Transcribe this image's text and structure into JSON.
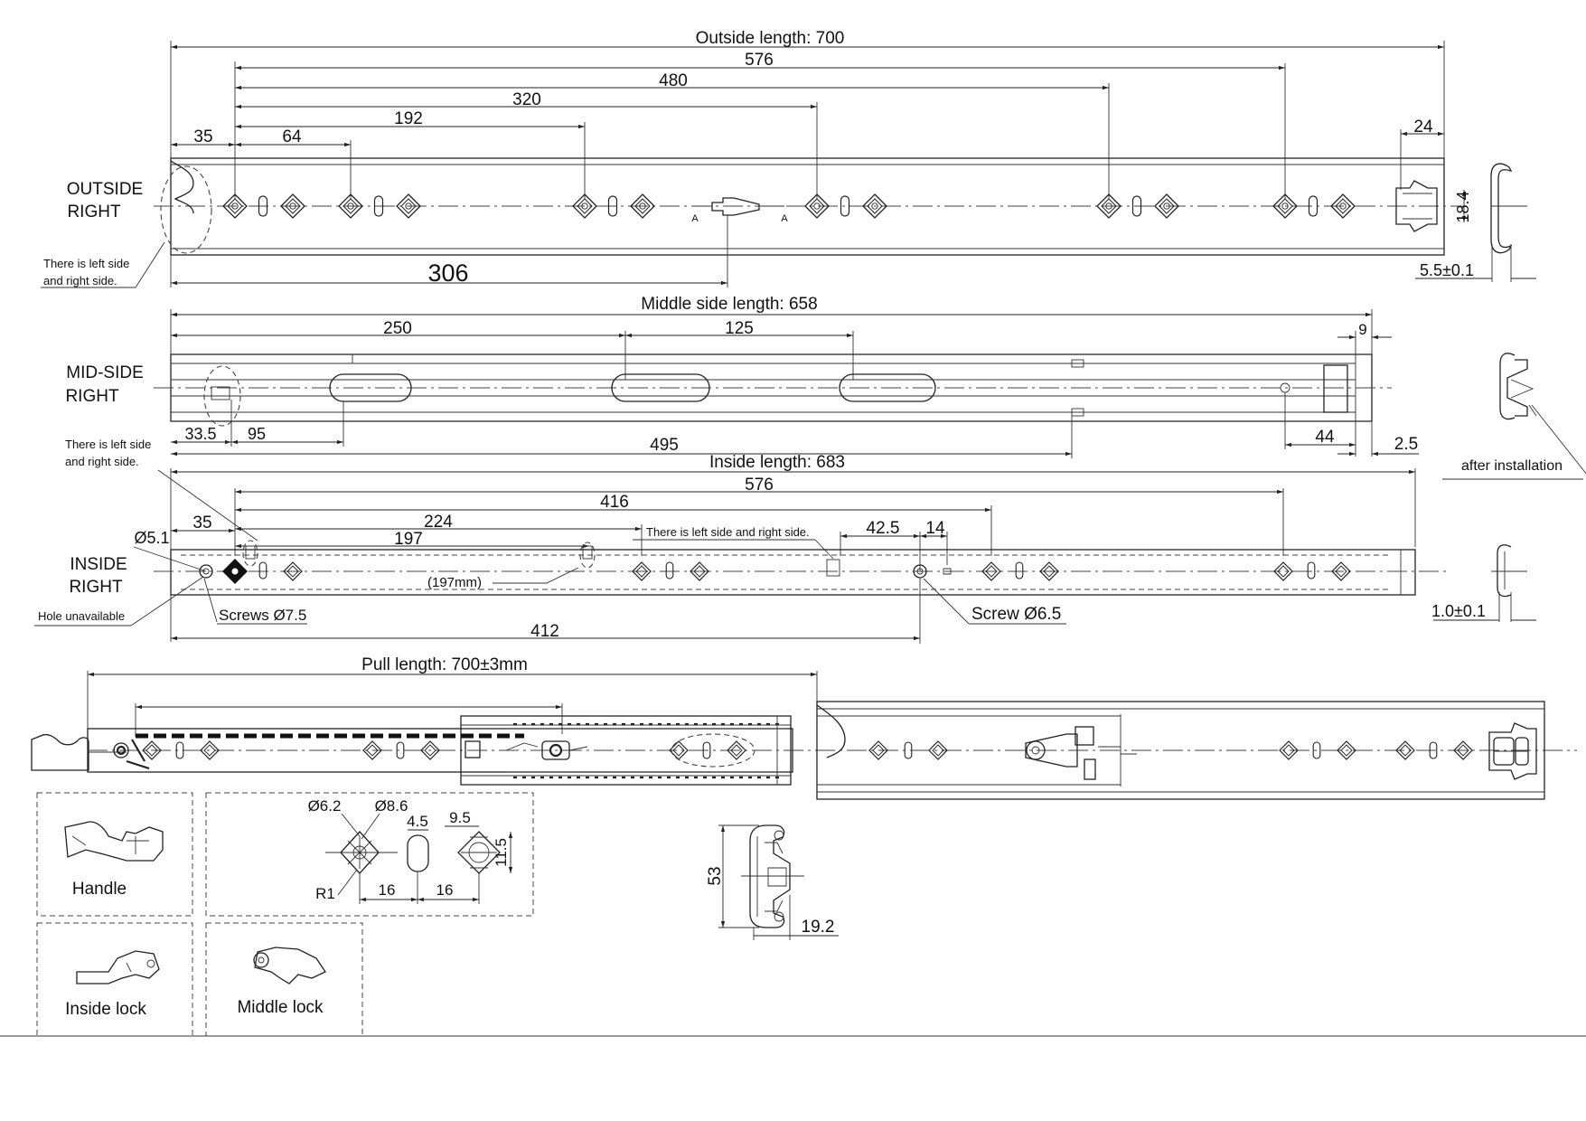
{
  "outside": {
    "title": "Outside length: 700",
    "label_line1": "OUTSIDE",
    "label_line2": "RIGHT",
    "dims": {
      "d576": "576",
      "d480": "480",
      "d320": "320",
      "d192": "192",
      "d64": "64",
      "d35": "35",
      "d24": "24",
      "d18_4": "18.4",
      "d306": "306",
      "d5_5": "5.5±0.1"
    },
    "note_line1": "There is left side",
    "note_line2": "and right side.",
    "section_mark": "A"
  },
  "middle": {
    "title": "Middle side length: 658",
    "label_line1": "MID-SIDE",
    "label_line2": "RIGHT",
    "dims": {
      "d250": "250",
      "d125": "125",
      "d9": "9",
      "d33_5": "33.5",
      "d95": "95",
      "d495": "495",
      "d44": "44",
      "d2_5": "2.5"
    },
    "note_line1": "There is left side",
    "note_line2": "and right side.",
    "after_install": "after installation"
  },
  "inside": {
    "title": "Inside length: 683",
    "label_line1": "INSIDE",
    "label_line2": "RIGHT",
    "dims": {
      "d576": "576",
      "d416": "416",
      "d224": "224",
      "d197": "197",
      "d35": "35",
      "d5_1": "Ø5.1",
      "d42_5": "42.5",
      "d14": "14",
      "d197mm": "(197mm)",
      "d412": "412",
      "d1_0": "1.0±0.1"
    },
    "note": "There is left side and right side.",
    "screws_7_5": "Screws Ø7.5",
    "screw_6_5": "Screw Ø6.5",
    "hole_unavailable": "Hole unavailable"
  },
  "pull": {
    "title": "Pull length: 700±3mm"
  },
  "hole_detail": {
    "d6_2": "Ø6.2",
    "d8_6": "Ø8.6",
    "d4_5": "4.5",
    "d9_5": "9.5",
    "d11_5": "11.5",
    "r1": "R1",
    "d16a": "16",
    "d16b": "16"
  },
  "profile": {
    "height": "53",
    "width": "19.2"
  },
  "parts": {
    "handle": "Handle",
    "inside_lock": "Inside lock",
    "middle_lock": "Middle lock"
  }
}
